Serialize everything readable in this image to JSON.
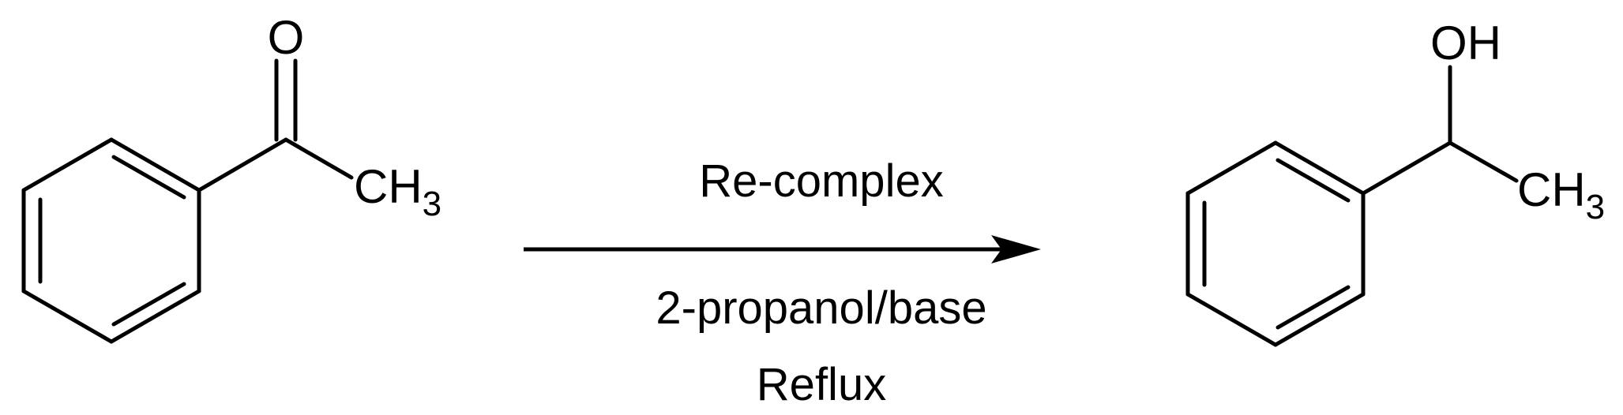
{
  "reactant": {
    "carbonyl_oxygen": "O",
    "methyl_main": "CH",
    "methyl_sub": "3"
  },
  "conditions": {
    "catalyst": "Re-complex",
    "solvent": "2-propanol/base",
    "temperature": "Reflux"
  },
  "product": {
    "hydroxyl": "OH",
    "methyl_main": "CH",
    "methyl_sub": "3"
  },
  "colors": {
    "ink": "#000000",
    "background": "#ffffff"
  }
}
